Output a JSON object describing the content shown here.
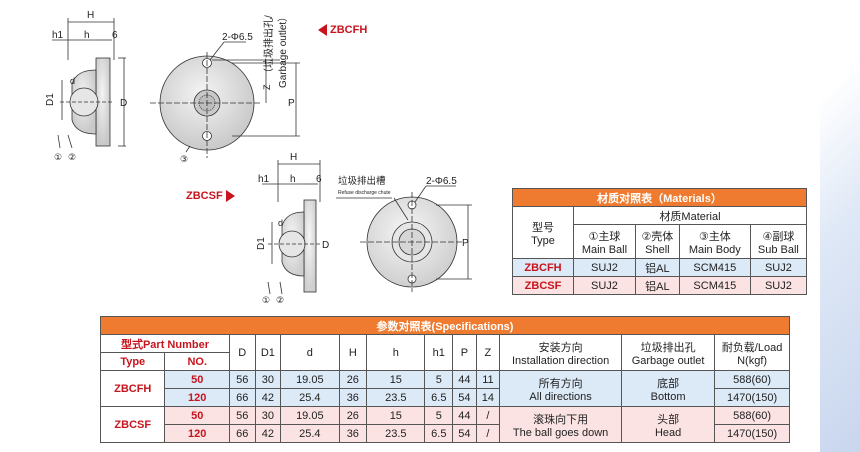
{
  "tags": {
    "fh": "ZBCFH",
    "sf": "ZBCSF"
  },
  "drawing1": {
    "dim_H": "H",
    "dim_h1": "h1",
    "dim_h": "h",
    "dim_6": "6",
    "dim_D1": "D1",
    "dim_d": "d",
    "dim_D": "D",
    "dim_P": "P",
    "dim_Z": "Z",
    "hole": "2-Φ6.5",
    "outlet_cn": "（垃圾排出孔/",
    "outlet_en": "Garbage outlet）",
    "c1": "①",
    "c2": "②",
    "c3": "③"
  },
  "drawing2": {
    "dim_H": "H",
    "dim_h1": "h1",
    "dim_h": "h",
    "dim_6": "6",
    "dim_D1": "D1",
    "dim_d": "d",
    "dim_D": "D",
    "dim_P": "P",
    "hole": "2-Φ6.5",
    "chute_cn": "垃圾排出槽",
    "chute_en": "Refuse discharge chute",
    "c1": "①",
    "c2": "②"
  },
  "materials": {
    "title": "材质对照表（Materials）",
    "type_cn": "型号",
    "type_en": "Type",
    "material": "材质Material",
    "cols": [
      {
        "cn": "①主球",
        "en": "Main Ball"
      },
      {
        "cn": "②壳体",
        "en": "Shell"
      },
      {
        "cn": "③主体",
        "en": "Main Body"
      },
      {
        "cn": "④副球",
        "en": "Sub Ball"
      }
    ],
    "rows": [
      {
        "type": "ZBCFH",
        "vals": [
          "SUJ2",
          "铝AL",
          "SCM415",
          "SUJ2"
        ]
      },
      {
        "type": "ZBCSF",
        "vals": [
          "SUJ2",
          "铝AL",
          "SCM415",
          "SUJ2"
        ]
      }
    ]
  },
  "spec": {
    "title": "参数对照表(Specifications)",
    "part_number": "型式Part Number",
    "type": "Type",
    "no": "NO.",
    "cols": [
      "D",
      "D1",
      "d",
      "H",
      "h",
      "h1",
      "P",
      "Z"
    ],
    "install_cn": "安装方向",
    "install_en": "Installation direction",
    "outlet_cn": "垃圾排出孔",
    "outlet_en": "Garbage outlet",
    "load_cn": "耐负载/Load",
    "load_en": "N(kgf)",
    "groups": [
      {
        "type": "ZBCFH",
        "install_cn": "所有方向",
        "install_en": "All directions",
        "outlet_cn": "底部",
        "outlet_en": "Bottom",
        "rows": [
          {
            "no": "50",
            "vals": [
              "56",
              "30",
              "19.05",
              "26",
              "15",
              "5",
              "44",
              "11"
            ],
            "load": "588(60)"
          },
          {
            "no": "120",
            "vals": [
              "66",
              "42",
              "25.4",
              "36",
              "23.5",
              "6.5",
              "54",
              "14"
            ],
            "load": "1470(150)"
          }
        ]
      },
      {
        "type": "ZBCSF",
        "install_cn": "滚珠向下用",
        "install_en": "The ball goes down",
        "outlet_cn": "头部",
        "outlet_en": "Head",
        "rows": [
          {
            "no": "50",
            "vals": [
              "56",
              "30",
              "19.05",
              "26",
              "15",
              "5",
              "44",
              "/"
            ],
            "load": "588(60)"
          },
          {
            "no": "120",
            "vals": [
              "66",
              "42",
              "25.4",
              "36",
              "23.5",
              "6.5",
              "54",
              "/"
            ],
            "load": "1470(150)"
          }
        ]
      }
    ]
  }
}
